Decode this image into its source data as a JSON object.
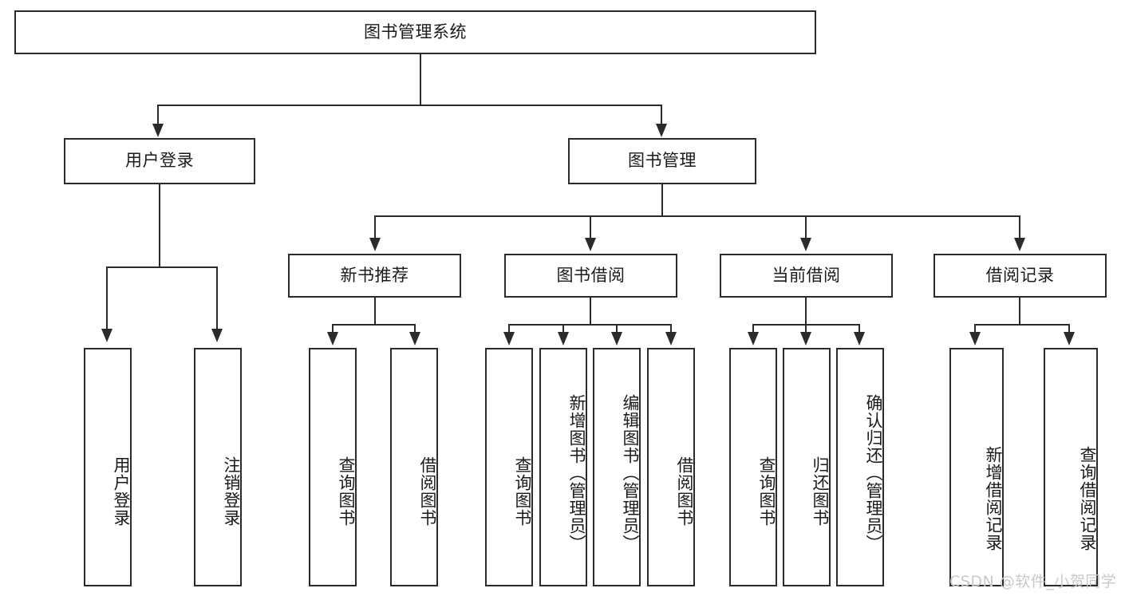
{
  "diagram": {
    "title": "图书管理系统",
    "type": "tree-hierarchy-diagram",
    "root": {
      "label": "图书管理系统"
    },
    "level2": [
      {
        "label": "用户登录"
      },
      {
        "label": "图书管理"
      }
    ],
    "level3": [
      {
        "label": "新书推荐"
      },
      {
        "label": "图书借阅"
      },
      {
        "label": "当前借阅"
      },
      {
        "label": "借阅记录"
      }
    ],
    "leaves": {
      "user_login": [
        {
          "label": "用户登录"
        },
        {
          "label": "注销登录"
        }
      ],
      "new_book_recommend": [
        {
          "label": "查询图书"
        },
        {
          "label": "借阅图书"
        }
      ],
      "book_borrow": [
        {
          "label": "查询图书"
        },
        {
          "label": "新增图书（管理员）"
        },
        {
          "label": "编辑图书（管理员）"
        },
        {
          "label": "借阅图书"
        }
      ],
      "current_borrow": [
        {
          "label": "查询图书"
        },
        {
          "label": "归还图书"
        },
        {
          "label": "确认归还（管理员）"
        }
      ],
      "borrow_record": [
        {
          "label": "新增借阅记录"
        },
        {
          "label": "查询借阅记录"
        }
      ]
    }
  },
  "watermark": {
    "text": "CSDN @软件_小贺同学"
  },
  "colors": {
    "stroke": "#2b2b2b",
    "background": "#ffffff",
    "text": "#1a1a1a",
    "watermark": "#c9c9c9"
  }
}
